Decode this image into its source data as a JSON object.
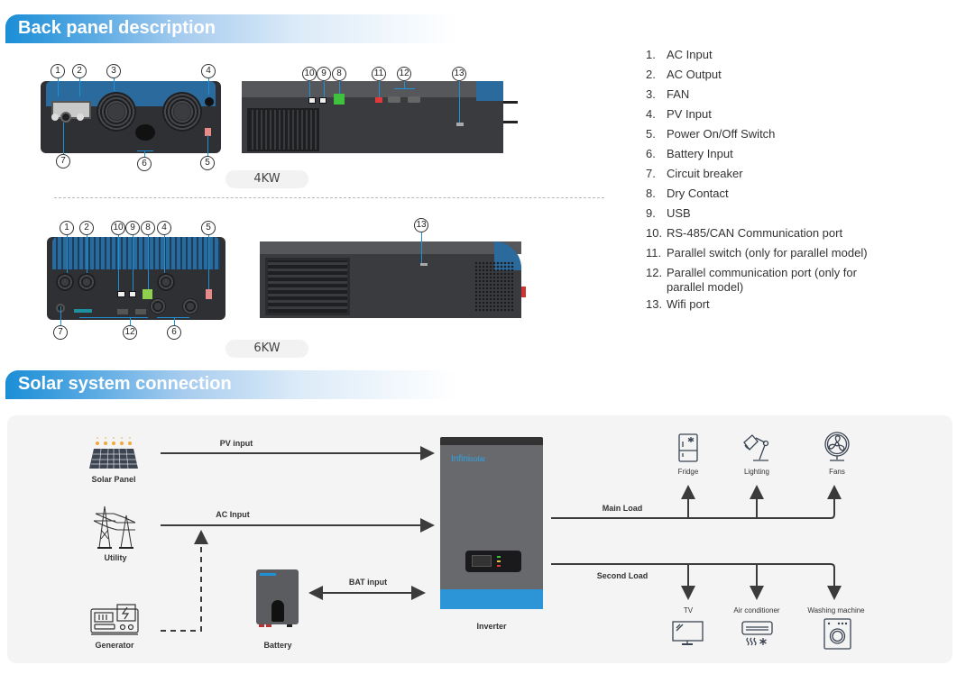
{
  "sections": {
    "back_panel_title": "Back panel description",
    "solar_connection_title": "Solar system connection"
  },
  "models": {
    "model_4kw": "4KW",
    "model_6kw": "6KW"
  },
  "callouts_4kw_back": [
    "1",
    "2",
    "3",
    "4",
    "5",
    "6",
    "7"
  ],
  "callouts_4kw_side": [
    "10",
    "9",
    "8",
    "11",
    "12",
    "13"
  ],
  "callouts_6kw_back": [
    "1",
    "2",
    "10",
    "9",
    "8",
    "4",
    "5",
    "7",
    "12",
    "6"
  ],
  "callouts_6kw_side": [
    "13"
  ],
  "legend": [
    {
      "num": "1.",
      "text": "AC Input"
    },
    {
      "num": "2.",
      "text": "AC Output"
    },
    {
      "num": "3.",
      "text": "FAN"
    },
    {
      "num": "4.",
      "text": "PV Input"
    },
    {
      "num": "5.",
      "text": "Power On/Off Switch"
    },
    {
      "num": "6.",
      "text": "Battery Input"
    },
    {
      "num": "7.",
      "text": "Circuit breaker"
    },
    {
      "num": "8.",
      "text": "Dry Contact"
    },
    {
      "num": "9.",
      "text": "USB"
    },
    {
      "num": "10.",
      "text": "RS-485/CAN Communication port"
    },
    {
      "num": "11.",
      "text": "Parallel switch (only for parallel model)"
    },
    {
      "num": "12.",
      "text": "Parallel communication port (only for parallel model)"
    },
    {
      "num": "13.",
      "text": "Wifi port"
    }
  ],
  "connection": {
    "sources": {
      "solar_panel": "Solar Panel",
      "utility": "Utility",
      "generator": "Generator",
      "battery": "Battery",
      "inverter": "Inverter"
    },
    "links": {
      "pv_input": "PV input",
      "ac_input": "AC Input",
      "bat_input": "BAT input",
      "main_load": "Main Load",
      "second_load": "Second Load"
    },
    "main_loads": [
      "Fridge",
      "Lighting",
      "Fans"
    ],
    "second_loads": [
      "TV",
      "Air conditioner",
      "Washing machine"
    ],
    "inverter_brand": {
      "part1": "Infini",
      "part2": "solar"
    },
    "colors": {
      "brand_blue": "#1e90d6",
      "accent_red": "#e23a3a",
      "solar_orange": "#f2a93b"
    }
  }
}
